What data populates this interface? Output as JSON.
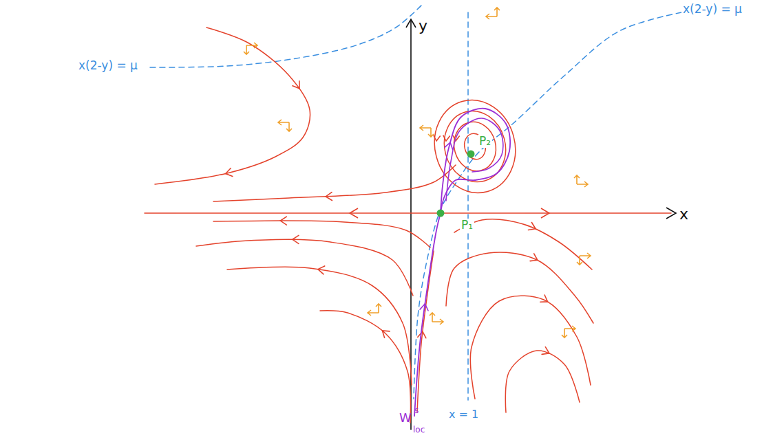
{
  "diagram": {
    "labels": [
      "x(2-y) = μ",
      "x(2-y) = μ",
      "y",
      "x",
      "x = 1",
      "P₂",
      "P₁",
      "W",
      "s",
      "loc"
    ]
  }
}
